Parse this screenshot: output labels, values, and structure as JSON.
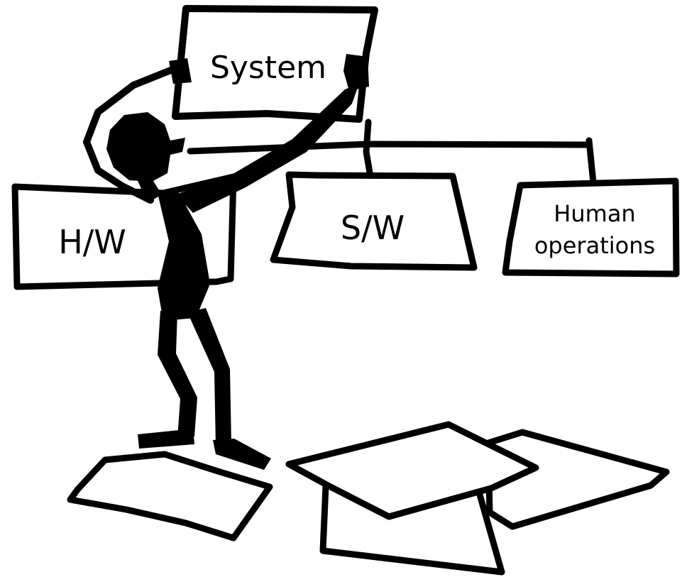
{
  "diagram": {
    "root": {
      "label": "System"
    },
    "children": [
      {
        "label": "H/W"
      },
      {
        "label": "S/W"
      },
      {
        "label_lines": [
          "Human",
          "operations"
        ]
      }
    ]
  },
  "colors": {
    "ink": "#000000",
    "paper": "#ffffff"
  }
}
